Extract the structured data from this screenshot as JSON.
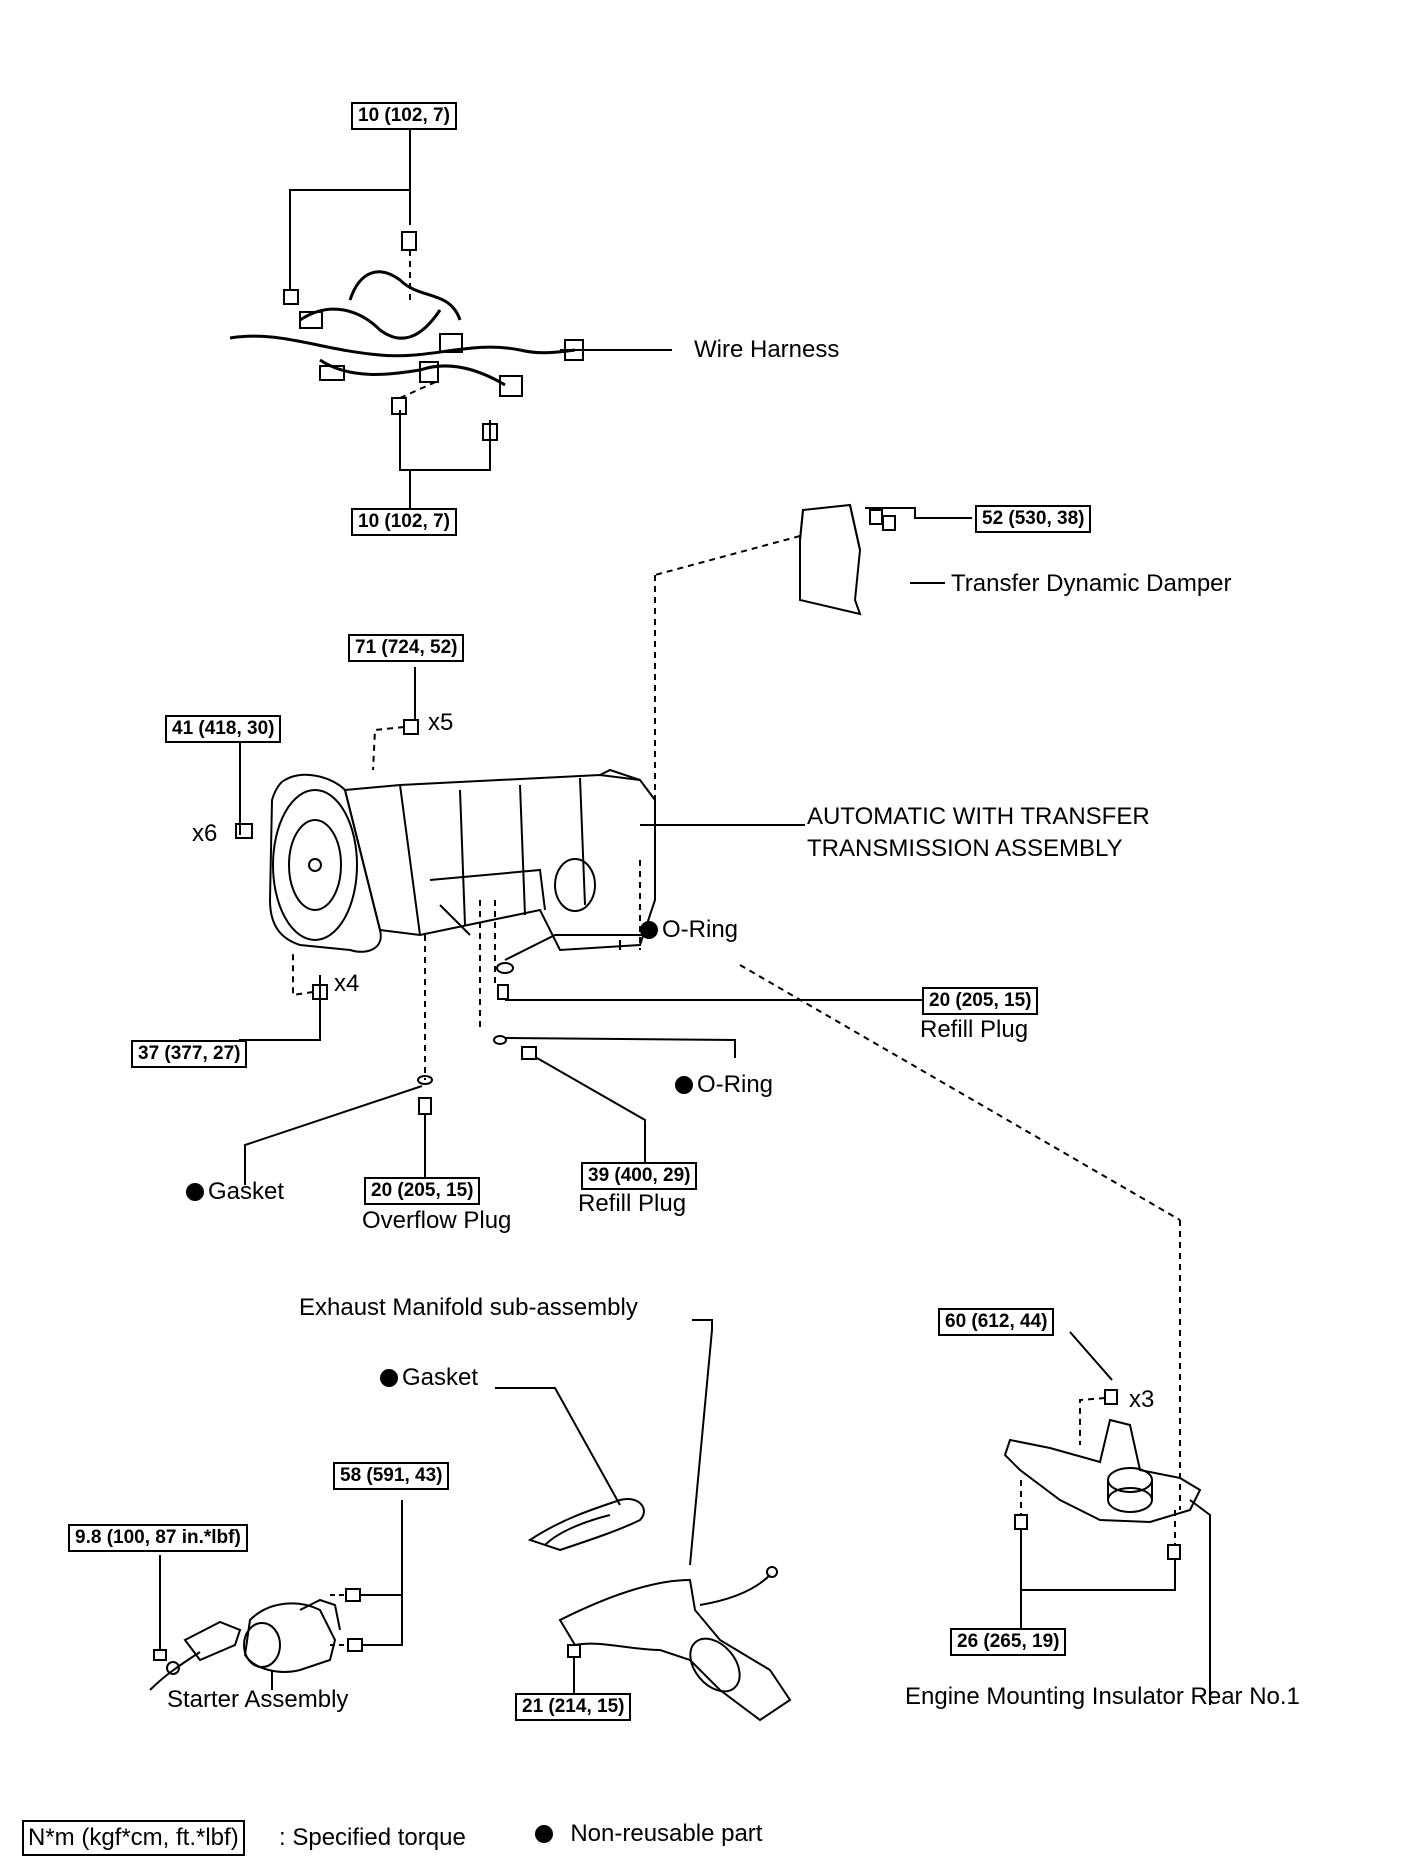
{
  "torques": {
    "harness_top": "10 (102, 7)",
    "harness_bottom": "10 (102, 7)",
    "damper": "52 (530, 38)",
    "trans_top": "71 (724, 52)",
    "trans_left": "41 (418, 30)",
    "trans_bottom_left": "37 (377, 27)",
    "refill_upper": "20 (205, 15)",
    "overflow": "20 (205, 15)",
    "refill_lower": "39 (400, 29)",
    "mount_top": "60 (612, 44)",
    "mount_bottom": "26 (265, 19)",
    "starter_small": "9.8 (100, 87 in.*lbf)",
    "starter_bolts": "58 (591, 43)",
    "exhaust": "21 (214, 15)"
  },
  "labels": {
    "wire_harness": "Wire Harness",
    "damper": "Transfer Dynamic Damper",
    "transmission_line1": "AUTOMATIC WITH TRANSFER",
    "transmission_line2": "TRANSMISSION ASSEMBLY",
    "o_ring": "O-Ring",
    "refill_plug": "Refill Plug",
    "gasket": "Gasket",
    "overflow_plug": "Overflow Plug",
    "exhaust_manifold": "Exhaust Manifold sub-assembly",
    "starter": "Starter Assembly",
    "mount": "Engine Mounting Insulator Rear No.1"
  },
  "multipliers": {
    "x5": "x5",
    "x6": "x6",
    "x4": "x4",
    "x3": "x3"
  },
  "legend": {
    "torque_box": "N*m (kgf*cm, ft.*lbf)",
    "torque_text": ": Specified torque",
    "nonreusable_text": "Non-reusable part"
  },
  "icons": {
    "nonreusable": "filled-circle-icon"
  }
}
